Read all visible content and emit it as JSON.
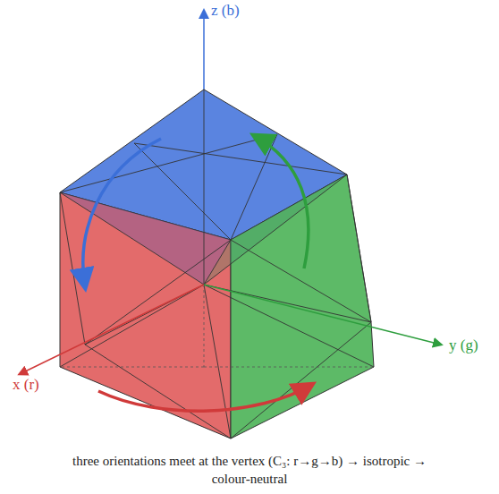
{
  "diagram": {
    "caption": "three orientations meet at the vertex (C₃: r→g→b) → isotropic → colour-neutral",
    "labels": [
      "z (b)",
      "x (r)",
      "y (g)"
    ]
  }
}
